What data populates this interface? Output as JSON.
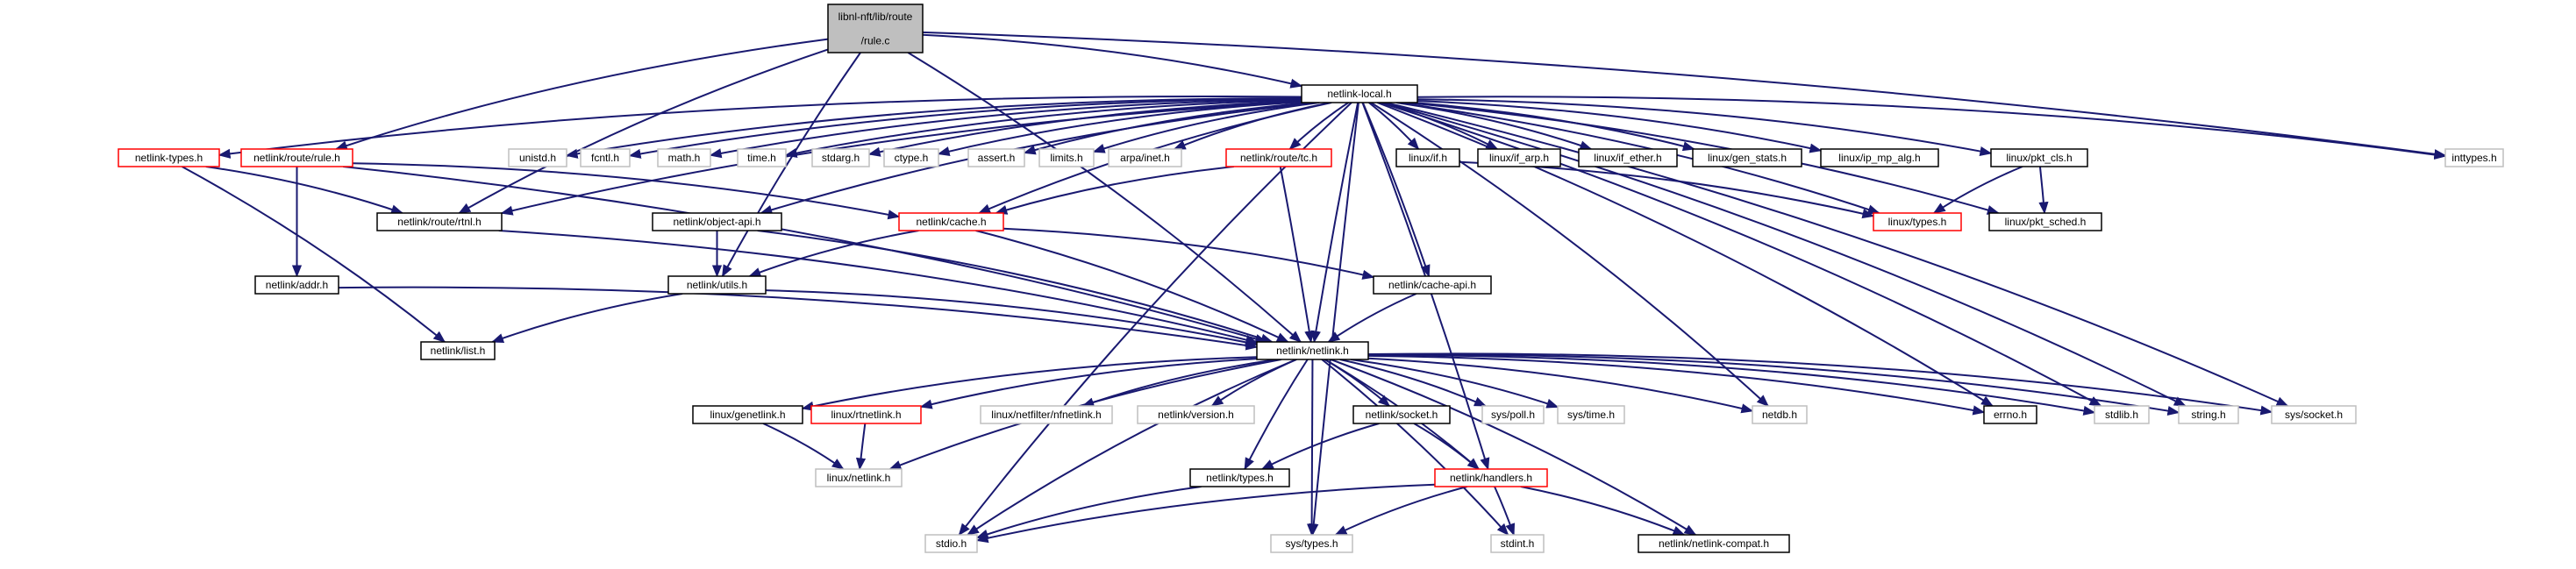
{
  "colors": {
    "edge": "#191970",
    "edge_gray": "#c8c8c8",
    "root_fill": "#bfbfbf",
    "border_black": "#000000",
    "border_red": "#ff0000",
    "border_gray": "#bfbfbf"
  },
  "nodes": [
    {
      "id": "root",
      "lines": [
        "libnl-nft/lib/route",
        "/rule.c"
      ],
      "kind": "root"
    },
    {
      "id": "netlink_local",
      "lines": [
        "netlink-local.h"
      ],
      "kind": "normal"
    },
    {
      "id": "netlink_types",
      "lines": [
        "netlink-types.h"
      ],
      "kind": "red"
    },
    {
      "id": "route_rule",
      "lines": [
        "netlink/route/rule.h"
      ],
      "kind": "red"
    },
    {
      "id": "unistd",
      "lines": [
        "unistd.h"
      ],
      "kind": "gray"
    },
    {
      "id": "fcntl",
      "lines": [
        "fcntl.h"
      ],
      "kind": "gray"
    },
    {
      "id": "math",
      "lines": [
        "math.h"
      ],
      "kind": "gray"
    },
    {
      "id": "time",
      "lines": [
        "time.h"
      ],
      "kind": "gray"
    },
    {
      "id": "stdarg",
      "lines": [
        "stdarg.h"
      ],
      "kind": "gray"
    },
    {
      "id": "ctype",
      "lines": [
        "ctype.h"
      ],
      "kind": "gray"
    },
    {
      "id": "assert",
      "lines": [
        "assert.h"
      ],
      "kind": "gray"
    },
    {
      "id": "limits",
      "lines": [
        "limits.h"
      ],
      "kind": "gray"
    },
    {
      "id": "arpa_inet",
      "lines": [
        "arpa/inet.h"
      ],
      "kind": "gray"
    },
    {
      "id": "route_tc",
      "lines": [
        "netlink/route/tc.h"
      ],
      "kind": "red"
    },
    {
      "id": "linux_if",
      "lines": [
        "linux/if.h"
      ],
      "kind": "normal"
    },
    {
      "id": "linux_if_arp",
      "lines": [
        "linux/if_arp.h"
      ],
      "kind": "normal"
    },
    {
      "id": "linux_if_ether",
      "lines": [
        "linux/if_ether.h"
      ],
      "kind": "normal"
    },
    {
      "id": "linux_gen_stats",
      "lines": [
        "linux/gen_stats.h"
      ],
      "kind": "normal"
    },
    {
      "id": "linux_ip_mp_alg",
      "lines": [
        "linux/ip_mp_alg.h"
      ],
      "kind": "normal"
    },
    {
      "id": "linux_pkt_cls",
      "lines": [
        "linux/pkt_cls.h"
      ],
      "kind": "normal"
    },
    {
      "id": "inttypes",
      "lines": [
        "inttypes.h"
      ],
      "kind": "gray"
    },
    {
      "id": "route_rtnl",
      "lines": [
        "netlink/route/rtnl.h"
      ],
      "kind": "normal"
    },
    {
      "id": "object_api",
      "lines": [
        "netlink/object-api.h"
      ],
      "kind": "normal"
    },
    {
      "id": "cache",
      "lines": [
        "netlink/cache.h"
      ],
      "kind": "red"
    },
    {
      "id": "linux_types",
      "lines": [
        "linux/types.h"
      ],
      "kind": "red"
    },
    {
      "id": "linux_pkt_sched",
      "lines": [
        "linux/pkt_sched.h"
      ],
      "kind": "normal"
    },
    {
      "id": "addr",
      "lines": [
        "netlink/addr.h"
      ],
      "kind": "normal"
    },
    {
      "id": "utils",
      "lines": [
        "netlink/utils.h"
      ],
      "kind": "normal"
    },
    {
      "id": "cache_api",
      "lines": [
        "netlink/cache-api.h"
      ],
      "kind": "normal"
    },
    {
      "id": "list",
      "lines": [
        "netlink/list.h"
      ],
      "kind": "normal"
    },
    {
      "id": "netlink",
      "lines": [
        "netlink/netlink.h"
      ],
      "kind": "normal"
    },
    {
      "id": "linux_genetlink",
      "lines": [
        "linux/genetlink.h"
      ],
      "kind": "normal"
    },
    {
      "id": "linux_rtnetlink",
      "lines": [
        "linux/rtnetlink.h"
      ],
      "kind": "red"
    },
    {
      "id": "nfnetlink",
      "lines": [
        "linux/netfilter/nfnetlink.h"
      ],
      "kind": "gray"
    },
    {
      "id": "version",
      "lines": [
        "netlink/version.h"
      ],
      "kind": "gray"
    },
    {
      "id": "socket",
      "lines": [
        "netlink/socket.h"
      ],
      "kind": "normal"
    },
    {
      "id": "sys_poll",
      "lines": [
        "sys/poll.h"
      ],
      "kind": "gray"
    },
    {
      "id": "sys_time",
      "lines": [
        "sys/time.h"
      ],
      "kind": "gray"
    },
    {
      "id": "netdb",
      "lines": [
        "netdb.h"
      ],
      "kind": "gray"
    },
    {
      "id": "errno",
      "lines": [
        "errno.h"
      ],
      "kind": "normal"
    },
    {
      "id": "stdlib",
      "lines": [
        "stdlib.h"
      ],
      "kind": "gray"
    },
    {
      "id": "string",
      "lines": [
        "string.h"
      ],
      "kind": "gray"
    },
    {
      "id": "sys_socket",
      "lines": [
        "sys/socket.h"
      ],
      "kind": "gray"
    },
    {
      "id": "linux_netlink",
      "lines": [
        "linux/netlink.h"
      ],
      "kind": "gray"
    },
    {
      "id": "netlink_types_h",
      "lines": [
        "netlink/types.h"
      ],
      "kind": "normal"
    },
    {
      "id": "handlers",
      "lines": [
        "netlink/handlers.h"
      ],
      "kind": "red"
    },
    {
      "id": "stdio",
      "lines": [
        "stdio.h"
      ],
      "kind": "gray"
    },
    {
      "id": "sys_types",
      "lines": [
        "sys/types.h"
      ],
      "kind": "gray"
    },
    {
      "id": "stdint",
      "lines": [
        "stdint.h"
      ],
      "kind": "gray"
    },
    {
      "id": "netlink_compat",
      "lines": [
        "netlink/netlink-compat.h"
      ],
      "kind": "normal"
    }
  ],
  "edges": [
    [
      "root",
      "netlink_local"
    ],
    [
      "root",
      "route_rule"
    ],
    [
      "root",
      "route_rtnl"
    ],
    [
      "root",
      "utils"
    ],
    [
      "root",
      "netlink"
    ],
    [
      "root",
      "inttypes"
    ],
    [
      "netlink_local",
      "netlink_types"
    ],
    [
      "netlink_local",
      "unistd"
    ],
    [
      "netlink_local",
      "fcntl"
    ],
    [
      "netlink_local",
      "math"
    ],
    [
      "netlink_local",
      "time"
    ],
    [
      "netlink_local",
      "stdarg"
    ],
    [
      "netlink_local",
      "ctype"
    ],
    [
      "netlink_local",
      "assert"
    ],
    [
      "netlink_local",
      "limits"
    ],
    [
      "netlink_local",
      "arpa_inet"
    ],
    [
      "netlink_local",
      "route_tc"
    ],
    [
      "netlink_local",
      "linux_if"
    ],
    [
      "netlink_local",
      "linux_if_arp"
    ],
    [
      "netlink_local",
      "linux_if_ether"
    ],
    [
      "netlink_local",
      "linux_gen_stats"
    ],
    [
      "netlink_local",
      "linux_ip_mp_alg"
    ],
    [
      "netlink_local",
      "linux_pkt_cls"
    ],
    [
      "netlink_local",
      "inttypes"
    ],
    [
      "netlink_local",
      "route_rtnl"
    ],
    [
      "netlink_local",
      "object_api"
    ],
    [
      "netlink_local",
      "cache"
    ],
    [
      "netlink_local",
      "linux_types"
    ],
    [
      "netlink_local",
      "linux_pkt_sched"
    ],
    [
      "netlink_local",
      "cache_api"
    ],
    [
      "netlink_local",
      "netlink"
    ],
    [
      "netlink_local",
      "netdb"
    ],
    [
      "netlink_local",
      "errno"
    ],
    [
      "netlink_local",
      "stdlib"
    ],
    [
      "netlink_local",
      "string"
    ],
    [
      "netlink_local",
      "sys_socket"
    ],
    [
      "netlink_local",
      "stdio"
    ],
    [
      "netlink_local",
      "sys_types"
    ],
    [
      "netlink_local",
      "handlers"
    ],
    [
      "netlink_types",
      "route_rtnl"
    ],
    [
      "netlink_types",
      "list"
    ],
    [
      "route_rule",
      "addr"
    ],
    [
      "route_rule",
      "cache"
    ],
    [
      "route_rule",
      "netlink"
    ],
    [
      "route_tc",
      "cache"
    ],
    [
      "route_tc",
      "netlink"
    ],
    [
      "linux_if",
      "linux_types"
    ],
    [
      "linux_pkt_cls",
      "linux_types"
    ],
    [
      "linux_pkt_cls",
      "linux_pkt_sched"
    ],
    [
      "route_rtnl",
      "netlink"
    ],
    [
      "object_api",
      "utils"
    ],
    [
      "object_api",
      "netlink"
    ],
    [
      "cache",
      "utils"
    ],
    [
      "cache",
      "cache_api"
    ],
    [
      "cache",
      "netlink"
    ],
    [
      "addr",
      "netlink"
    ],
    [
      "utils",
      "list"
    ],
    [
      "utils",
      "netlink"
    ],
    [
      "cache_api",
      "netlink"
    ],
    [
      "netlink",
      "linux_genetlink"
    ],
    [
      "netlink",
      "linux_rtnetlink"
    ],
    [
      "netlink",
      "nfnetlink"
    ],
    [
      "netlink",
      "version"
    ],
    [
      "netlink",
      "socket"
    ],
    [
      "netlink",
      "sys_poll"
    ],
    [
      "netlink",
      "sys_time"
    ],
    [
      "netlink",
      "netdb"
    ],
    [
      "netlink",
      "errno"
    ],
    [
      "netlink",
      "stdlib"
    ],
    [
      "netlink",
      "string"
    ],
    [
      "netlink",
      "sys_socket"
    ],
    [
      "netlink",
      "linux_netlink"
    ],
    [
      "netlink",
      "netlink_types_h"
    ],
    [
      "netlink",
      "handlers"
    ],
    [
      "netlink",
      "stdio"
    ],
    [
      "netlink",
      "sys_types"
    ],
    [
      "netlink",
      "stdint"
    ],
    [
      "netlink",
      "netlink_compat"
    ],
    [
      "linux_genetlink",
      "linux_netlink"
    ],
    [
      "linux_rtnetlink",
      "linux_netlink"
    ],
    [
      "socket",
      "netlink_types_h"
    ],
    [
      "socket",
      "handlers"
    ],
    [
      "netlink_types_h",
      "stdio"
    ],
    [
      "handlers",
      "stdio"
    ],
    [
      "handlers",
      "sys_types"
    ],
    [
      "handlers",
      "stdint"
    ],
    [
      "handlers",
      "netlink_compat"
    ]
  ]
}
